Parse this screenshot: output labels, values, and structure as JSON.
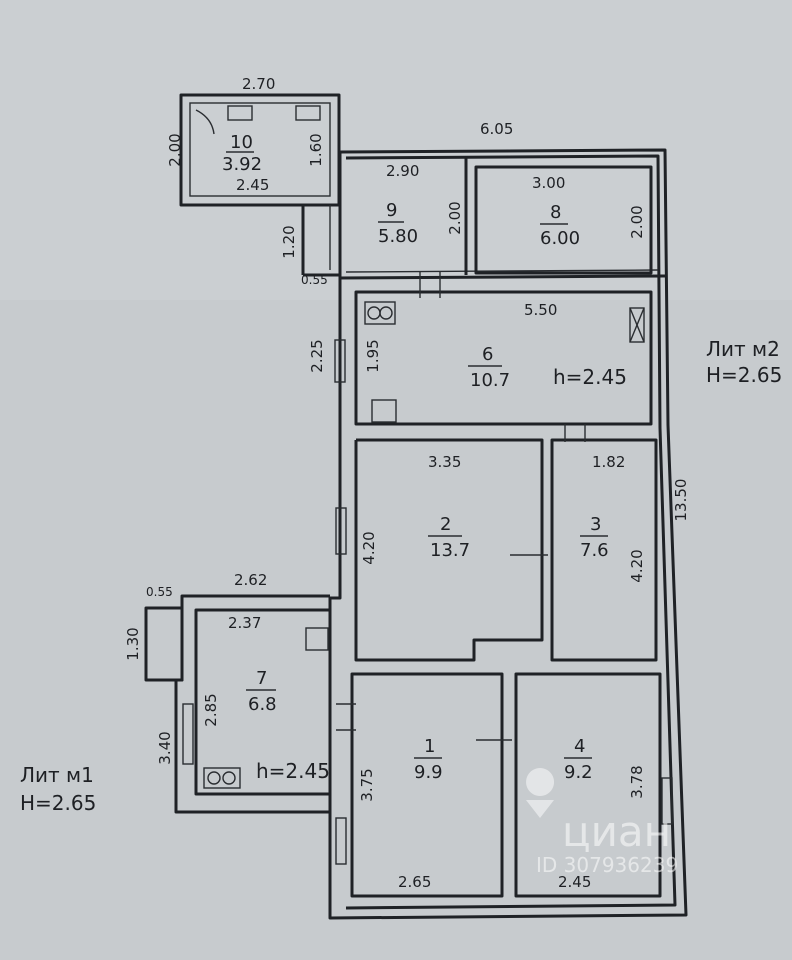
{
  "plan": {
    "overall": {
      "width": "6.05",
      "length": "13.50"
    },
    "rooms": [
      {
        "id": "room-10",
        "number": "10",
        "area": "3.92",
        "width": "2.45",
        "height": "1.60"
      },
      {
        "id": "room-9",
        "number": "9",
        "area": "5.80",
        "width": "2.90",
        "height": "2.00"
      },
      {
        "id": "room-8",
        "number": "8",
        "area": "6.00",
        "width": "3.00",
        "height": "2.00"
      },
      {
        "id": "room-6",
        "number": "6",
        "area": "10.7",
        "width": "5.50",
        "height": "1.95",
        "ceiling": "h=2.45"
      },
      {
        "id": "room-2",
        "number": "2",
        "area": "13.7",
        "width": "3.35",
        "height": "4.20"
      },
      {
        "id": "room-3",
        "number": "3",
        "area": "7.6",
        "width": "1.82",
        "height": "4.20"
      },
      {
        "id": "room-7",
        "number": "7",
        "area": "6.8",
        "width": "2.37",
        "height": "2.85",
        "ceiling": "h=2.45"
      },
      {
        "id": "room-1",
        "number": "1",
        "area": "9.9",
        "width": "2.65",
        "height": "3.75"
      },
      {
        "id": "room-4",
        "number": "4",
        "area": "9.2",
        "width": "2.45",
        "height": "3.78"
      }
    ],
    "extra_dims": {
      "annex_top_width": "2.70",
      "annex_side": "2.00",
      "annex_lower": "1.20",
      "annex_step": "0.55",
      "hall_outer": "2.25",
      "left_annex_width": "2.62",
      "left_annex_step": "0.55",
      "left_annex_side": "1.30",
      "left_annex_height": "3.40"
    },
    "labels": {
      "lit_m2_line1": "Лит м2",
      "lit_m2_line2": "H=2.65",
      "lit_m1_line1": "Лит м1",
      "lit_m1_line2": "H=2.65"
    },
    "watermark": {
      "brand": "циан",
      "id": "ID 307936239"
    }
  }
}
